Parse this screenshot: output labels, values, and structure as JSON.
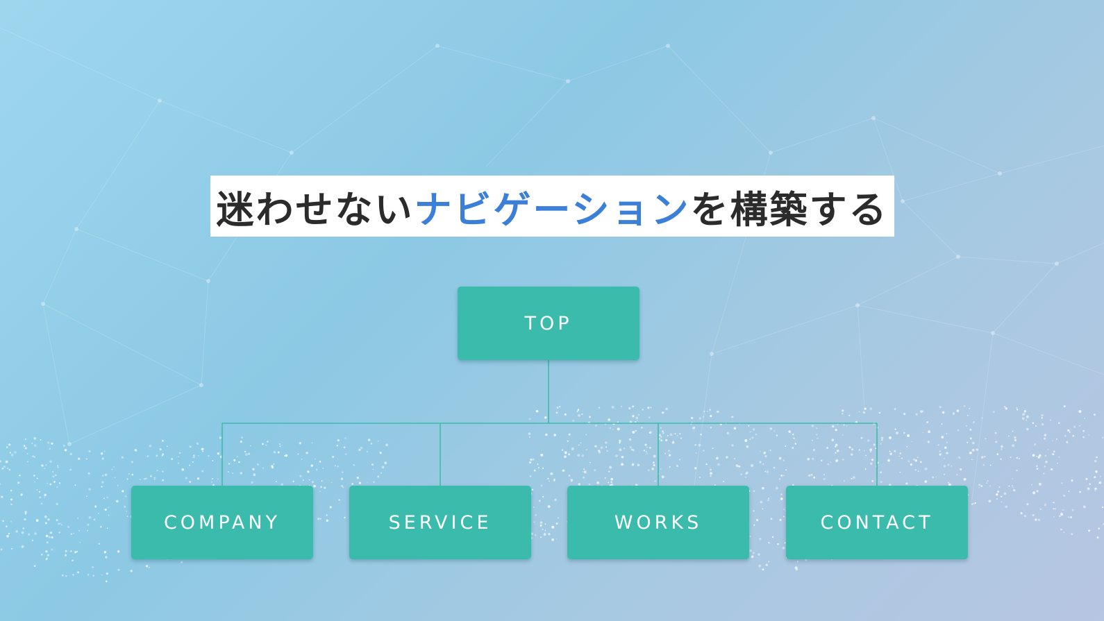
{
  "title": {
    "before": "迷わせない",
    "highlight": "ナビゲーション",
    "after": "を構築する"
  },
  "colors": {
    "node": "#3bbbac",
    "connector": "#3bbbac",
    "highlight": "#3b7fd8",
    "title_text": "#2b2b2b"
  },
  "tree": {
    "root": "TOP",
    "children": [
      "COMPANY",
      "SERVICE",
      "WORKS",
      "CONTACT"
    ]
  }
}
